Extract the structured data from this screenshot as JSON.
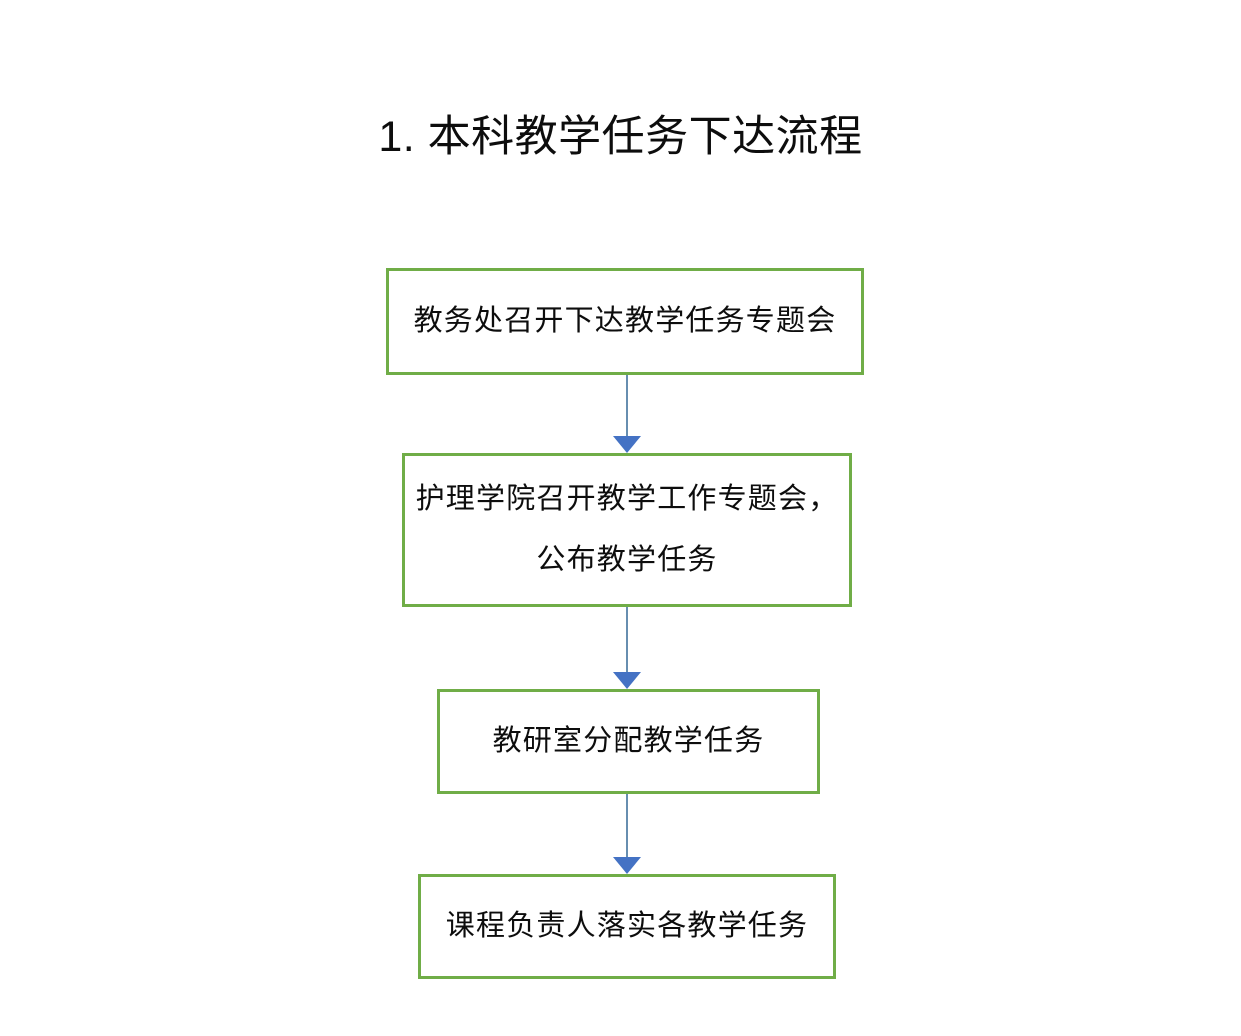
{
  "page": {
    "title": "1. 本科教学任务下达流程",
    "background_color": "#ffffff"
  },
  "theme": {
    "box_border_color": "#70ad47",
    "box_fill_color": "#ffffff",
    "box_text_color": "#0d0d0d",
    "arrow_line_color": "#41719c",
    "arrow_head_color": "#4472c4",
    "title_color": "#0d0d0d"
  },
  "flowchart": {
    "type": "flowchart",
    "orientation": "top-to-bottom",
    "node_count": 4,
    "connector_count": 3,
    "nodes": [
      {
        "id": "node-1",
        "order": 1,
        "label": "教务处召开下达教学任务专题会",
        "shape": "rectangle"
      },
      {
        "id": "node-2",
        "order": 2,
        "label": "护理学院召开教学工作专题会，\n公布教学任务",
        "shape": "rectangle"
      },
      {
        "id": "node-3",
        "order": 3,
        "label": "教研室分配教学任务",
        "shape": "rectangle"
      },
      {
        "id": "node-4",
        "order": 4,
        "label": "课程负责人落实各教学任务",
        "shape": "rectangle"
      }
    ],
    "connectors": [
      {
        "id": "connector-1",
        "from": "node-1",
        "to": "node-2",
        "label": "",
        "arrow": "down"
      },
      {
        "id": "connector-2",
        "from": "node-2",
        "to": "node-3",
        "label": "",
        "arrow": "down"
      },
      {
        "id": "connector-3",
        "from": "node-3",
        "to": "node-4",
        "label": "",
        "arrow": "down"
      }
    ]
  }
}
